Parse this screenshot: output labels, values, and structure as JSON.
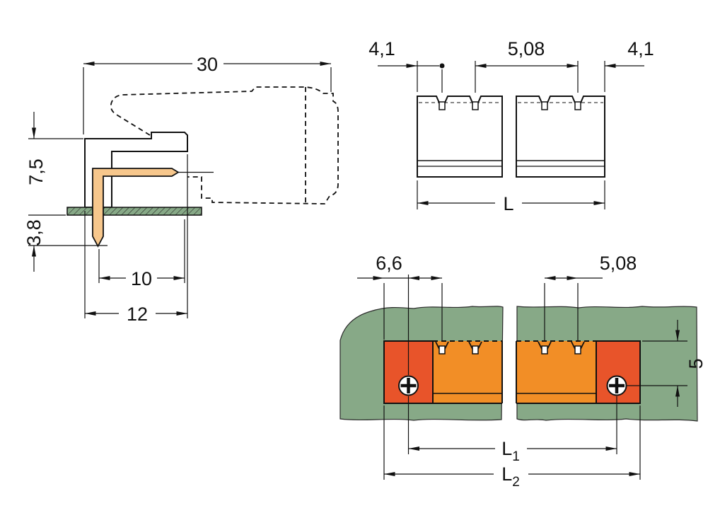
{
  "colors": {
    "orange": "#F28E26",
    "orange_light": "#F7C78C",
    "green": "#87A987",
    "red": "#E8542A",
    "line": "#111111",
    "background": "#FFFFFF"
  },
  "side_view": {
    "dim_width": "30",
    "dim_height": "7,5",
    "dim_pin_depth": "3,8",
    "dim_pin_to_edge": "10",
    "dim_total_width": "12"
  },
  "front_view": {
    "dim_left_margin": "4,1",
    "dim_pitch": "5,08",
    "dim_right_margin": "4,1",
    "dim_length": "L"
  },
  "top_view": {
    "dim_screw_offset": "6,6",
    "dim_pitch": "5,08",
    "dim_panel": "5",
    "l1_main": "L",
    "l1_sub": "1",
    "l2_main": "L",
    "l2_sub": "2"
  }
}
